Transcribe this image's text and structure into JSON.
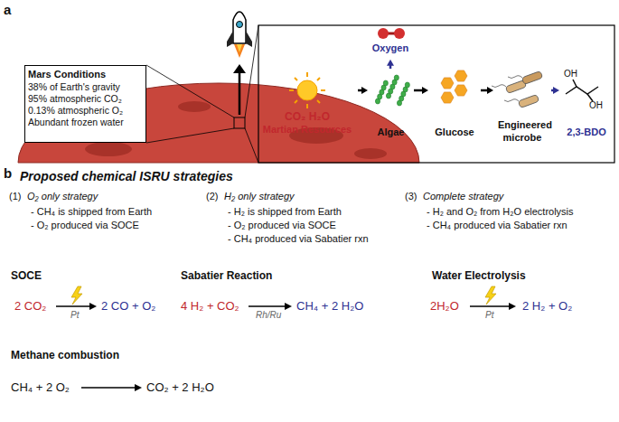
{
  "diagram": {
    "nodes": [
      {
        "text": [
          "Mars Conditions",
          "38% of Earth's gravity",
          "95% atmospheric CO₂",
          "0.13% atmospheric O₂",
          "Abundant frozen water"
        ]
      },
      {
        "text": [
          "CO₂ H₂O",
          "Martian Resources"
        ]
      },
      {
        "text": [
          "Algae"
        ]
      },
      {
        "text": [
          "Glucose"
        ]
      },
      {
        "text": [
          "Engineered microbe"
        ]
      },
      {
        "text": [
          "2,3-BDO"
        ]
      },
      {
        "text": [
          "Oxygen"
        ]
      }
    ],
    "edges": [
      {
        "from": 1,
        "to": 2,
        "arrow": "to"
      },
      {
        "from": 2,
        "to": 3,
        "arrow": "to"
      },
      {
        "from": 3,
        "to": 4,
        "arrow": "to"
      },
      {
        "from": 4,
        "to": 5,
        "arrow": "to"
      },
      {
        "from": 2,
        "to": 6,
        "arrow": "to"
      }
    ],
    "labels": [
      "a",
      "OH",
      "OH",
      "b",
      "Proposed chemical ISRU strategies",
      "(1)",
      "O₂ only strategy",
      "- CH₄ is shipped from Earth",
      "- O₂ produced via SOCE",
      "(2)",
      "H₂ only strategy",
      "- H₂ is shipped from Earth",
      "- O₂ produced via SOCE",
      "- CH₄ produced via Sabatier rxn",
      "(3)",
      "Complete strategy",
      "- H₂ and O₂ from H₂O electrolysis",
      "- CH₄ produced via Sabatier rxn",
      "SOCE",
      "2 CO₂",
      "Pt",
      "2 CO + O₂",
      "Sabatier Reaction",
      "4 H₂ + CO₂",
      "Rh/Ru",
      "CH₄ + 2 H₂O",
      "Water Electrolysis",
      "2H₂O",
      "Pt",
      "2 H₂ + O₂",
      "Methane combustion",
      "CH₄ + 2 O₂",
      "CO₂ + 2 H₂O"
    ]
  }
}
